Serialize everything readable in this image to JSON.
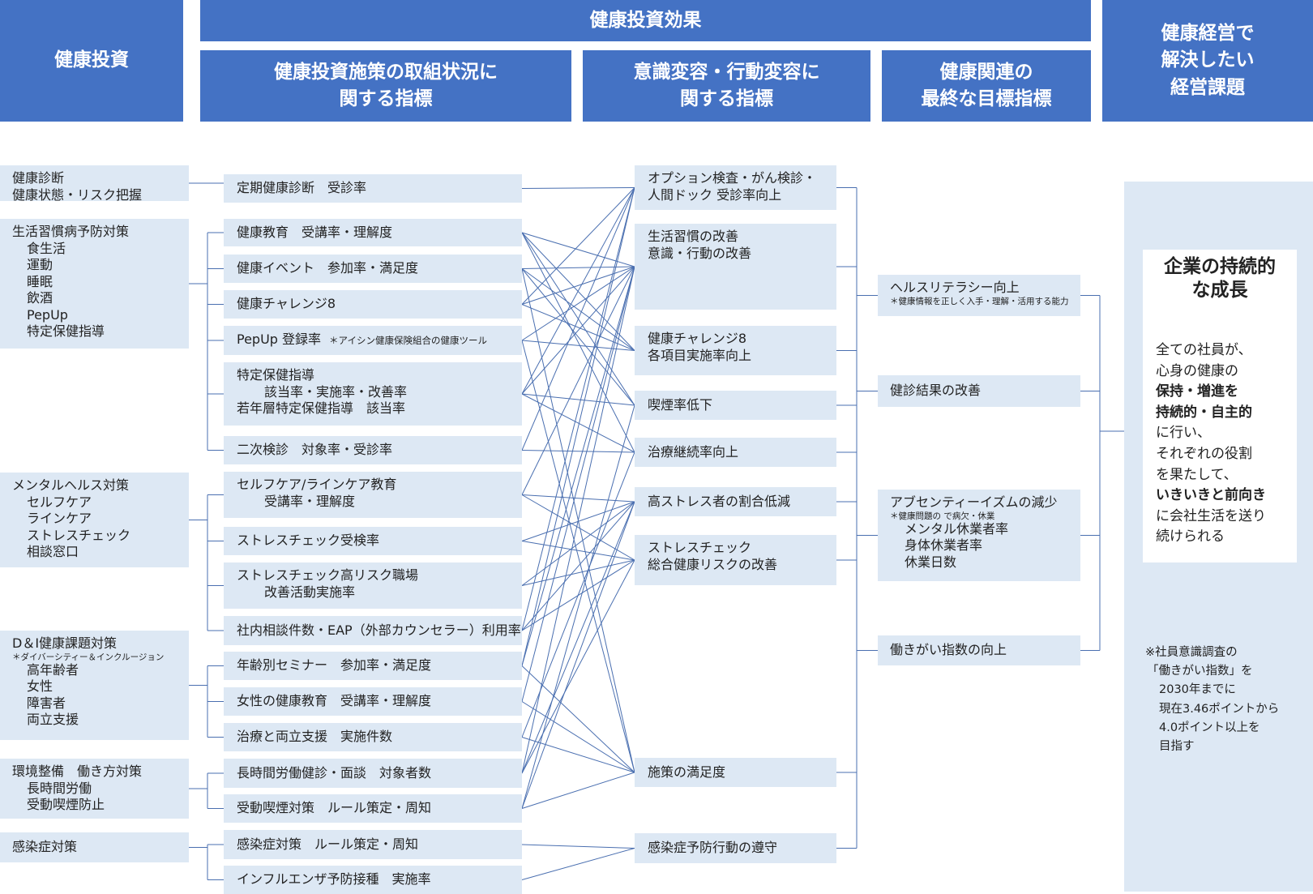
{
  "headers": {
    "investment": "健康投資",
    "effect": "健康投資効果",
    "initiative_lines": [
      "健康投資施策の取組状況に",
      "関する指標"
    ],
    "behavior_lines": [
      "意識変容・行動変容に",
      "関する指標"
    ],
    "final_lines": [
      "健康関連の",
      "最終な目標指標"
    ],
    "issue_lines": [
      "健康経営で",
      "解決したい",
      "経営課題"
    ]
  },
  "investments": [
    {
      "lines": [
        {
          "t": "健康診断"
        },
        {
          "t": "健康状態・リスク把握"
        }
      ]
    },
    {
      "lines": [
        {
          "t": "生活習慣病予防対策"
        },
        {
          "t": "食生活",
          "i": 1
        },
        {
          "t": "運動",
          "i": 1
        },
        {
          "t": "睡眠",
          "i": 1
        },
        {
          "t": "飲酒",
          "i": 1
        },
        {
          "t": "PepUp",
          "i": 1
        },
        {
          "t": "特定保健指導",
          "i": 1
        }
      ]
    },
    {
      "lines": [
        {
          "t": "メンタルヘルス対策"
        },
        {
          "t": "セルフケア",
          "i": 1
        },
        {
          "t": "ラインケア",
          "i": 1
        },
        {
          "t": "ストレスチェック",
          "i": 1
        },
        {
          "t": "相談窓口",
          "i": 1
        }
      ]
    },
    {
      "lines": [
        {
          "t": "D＆I健康課題対策"
        },
        {
          "t": "＊ダイバーシティー＆インクルージョン",
          "s": 1
        },
        {
          "t": "高年齢者",
          "i": 1
        },
        {
          "t": "女性",
          "i": 1
        },
        {
          "t": "障害者",
          "i": 1
        },
        {
          "t": "両立支援",
          "i": 1
        }
      ]
    },
    {
      "lines": [
        {
          "t": "環境整備　働き方対策"
        },
        {
          "t": "長時間労働",
          "i": 1
        },
        {
          "t": "受動喫煙防止",
          "i": 1
        }
      ]
    },
    {
      "lines": [
        {
          "t": "感染症対策"
        }
      ]
    }
  ],
  "initiatives": [
    {
      "lines": [
        {
          "t": "定期健康診断　受診率"
        }
      ]
    },
    {
      "lines": [
        {
          "t": "健康教育　受講率・理解度"
        }
      ]
    },
    {
      "lines": [
        {
          "t": "健康イベント　参加率・満足度"
        }
      ]
    },
    {
      "lines": [
        {
          "t": "健康チャレンジ8"
        }
      ]
    },
    {
      "lines": [
        {
          "t": "PepUp 登録率"
        }
      ],
      "note": "＊アイシン健康保険組合の健康ツール"
    },
    {
      "lines": [
        {
          "t": "特定保健指導"
        },
        {
          "t": "該当率・実施率・改善率",
          "i": 2
        },
        {
          "t": "若年層特定保健指導　該当率"
        }
      ]
    },
    {
      "lines": [
        {
          "t": "二次検診　対象率・受診率"
        }
      ]
    },
    {
      "lines": [
        {
          "t": "セルフケア/ラインケア教育"
        },
        {
          "t": "受講率・理解度",
          "i": 2
        }
      ]
    },
    {
      "lines": [
        {
          "t": "ストレスチェック受検率"
        }
      ]
    },
    {
      "lines": [
        {
          "t": "ストレスチェック高リスク職場"
        },
        {
          "t": "改善活動実施率",
          "i": 2
        }
      ]
    },
    {
      "lines": [
        {
          "t": "社内相談件数・EAP（外部カウンセラー）利用率"
        }
      ]
    },
    {
      "lines": [
        {
          "t": "年齢別セミナー　参加率・満足度"
        }
      ]
    },
    {
      "lines": [
        {
          "t": "女性の健康教育　受講率・理解度"
        }
      ]
    },
    {
      "lines": [
        {
          "t": "治療と両立支援　実施件数"
        }
      ]
    },
    {
      "lines": [
        {
          "t": "長時間労働健診・面談　対象者数"
        }
      ]
    },
    {
      "lines": [
        {
          "t": "受動喫煙対策　ルール策定・周知"
        }
      ]
    },
    {
      "lines": [
        {
          "t": "感染症対策　ルール策定・周知"
        }
      ]
    },
    {
      "lines": [
        {
          "t": "インフルエンザ予防接種　実施率"
        }
      ]
    }
  ],
  "behaviors": [
    {
      "lines": [
        {
          "t": "オプション検査・がん検診・"
        },
        {
          "t": "人間ドック 受診率向上"
        }
      ]
    },
    {
      "lines": [
        {
          "t": "生活習慣の改善"
        },
        {
          "t": "意識・行動の改善"
        }
      ]
    },
    {
      "lines": [
        {
          "t": "健康チャレンジ8"
        },
        {
          "t": "各項目実施率向上"
        }
      ]
    },
    {
      "lines": [
        {
          "t": "喫煙率低下"
        }
      ]
    },
    {
      "lines": [
        {
          "t": "治療継続率向上"
        }
      ]
    },
    {
      "lines": [
        {
          "t": "高ストレス者の割合低減"
        }
      ]
    },
    {
      "lines": [
        {
          "t": "ストレスチェック"
        },
        {
          "t": "総合健康リスクの改善"
        }
      ]
    },
    {
      "lines": [
        {
          "t": "施策の満足度"
        }
      ]
    },
    {
      "lines": [
        {
          "t": "感染症予防行動の遵守"
        }
      ]
    }
  ],
  "finals": [
    {
      "lines": [
        {
          "t": "ヘルスリテラシー向上"
        },
        {
          "t": "＊健康情報を正しく入手・理解・活用する能力",
          "s": 1
        }
      ]
    },
    {
      "lines": [
        {
          "t": "健診結果の改善"
        }
      ]
    },
    {
      "lines": [
        {
          "t": "アブセンティーイズムの減少"
        },
        {
          "t": "＊健康問題の で病欠・休業",
          "s": 1
        },
        {
          "t": "メンタル休業者率",
          "i": 1
        },
        {
          "t": "身体休業者率",
          "i": 1
        },
        {
          "t": "休業日数",
          "i": 1
        }
      ]
    },
    {
      "lines": [
        {
          "t": "働きがい指数の向上"
        }
      ]
    }
  ],
  "goal": {
    "title_lines": [
      "企業の持続的",
      "な成長"
    ],
    "body": [
      {
        "t": "全ての社員が、"
      },
      {
        "t": "心身の健康の"
      },
      {
        "t": "保持・増進を",
        "b": 1
      },
      {
        "t": "持続的・自主的",
        "b": 1
      },
      {
        "t": "に行い、"
      },
      {
        "t": "それぞれの役割"
      },
      {
        "t": "を果たして、"
      },
      {
        "t": "いきいきと前向き",
        "b": 1
      },
      {
        "t": "に会社生活を送り"
      },
      {
        "t": "続けられる"
      }
    ]
  },
  "note_lines": [
    "※社員意識調査の",
    "「働きがい指数」を",
    "2030年までに",
    "現在3.46ポイントから",
    "4.0ポイント以上を",
    "目指す"
  ],
  "colors": {
    "header": "#4472c4",
    "box": "#dde8f4",
    "line": "#4a6fb0"
  }
}
